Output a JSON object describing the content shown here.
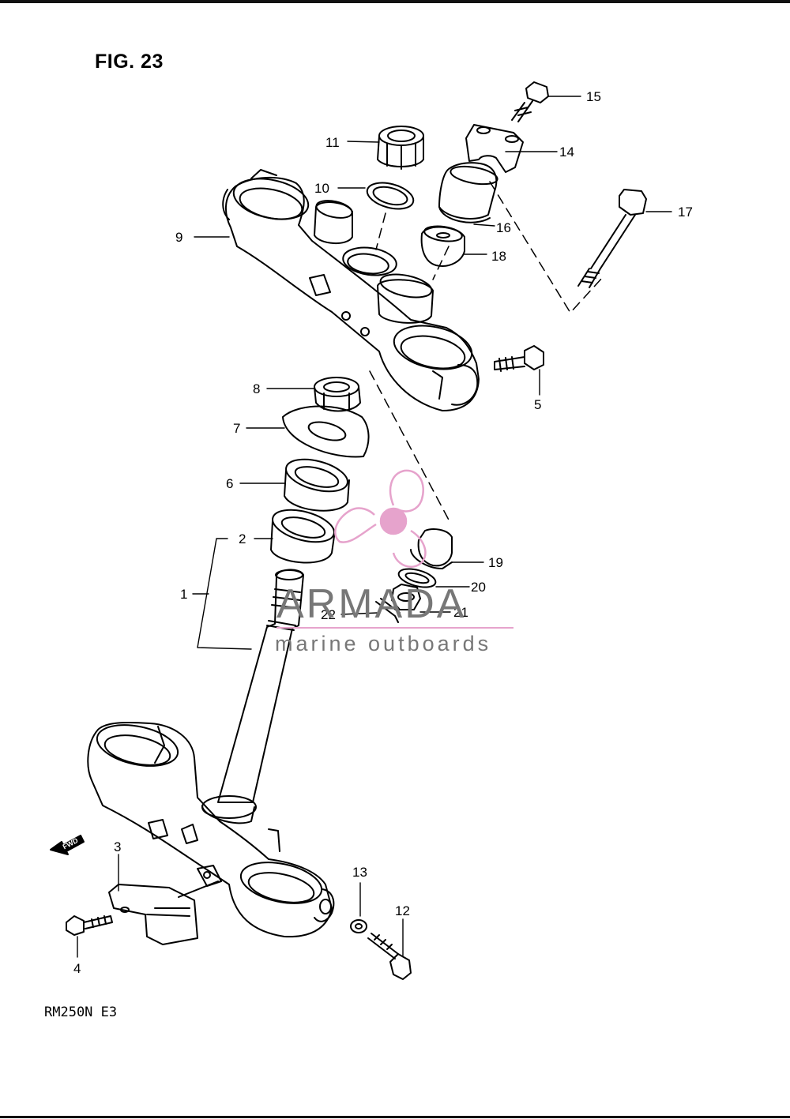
{
  "figure": {
    "title": "FIG. 23",
    "model_code": "RM250N  E3"
  },
  "callouts": [
    {
      "id": "1",
      "label": "1"
    },
    {
      "id": "2",
      "label": "2"
    },
    {
      "id": "3",
      "label": "3"
    },
    {
      "id": "4",
      "label": "4"
    },
    {
      "id": "5",
      "label": "5"
    },
    {
      "id": "6",
      "label": "6"
    },
    {
      "id": "7",
      "label": "7"
    },
    {
      "id": "8",
      "label": "8"
    },
    {
      "id": "9",
      "label": "9"
    },
    {
      "id": "10",
      "label": "10"
    },
    {
      "id": "11",
      "label": "11"
    },
    {
      "id": "12",
      "label": "12"
    },
    {
      "id": "13",
      "label": "13"
    },
    {
      "id": "14",
      "label": "14"
    },
    {
      "id": "15",
      "label": "15"
    },
    {
      "id": "16",
      "label": "16"
    },
    {
      "id": "17",
      "label": "17"
    },
    {
      "id": "18",
      "label": "18"
    },
    {
      "id": "19",
      "label": "19"
    },
    {
      "id": "20",
      "label": "20"
    },
    {
      "id": "21",
      "label": "21"
    },
    {
      "id": "22",
      "label": "22"
    }
  ],
  "direction_marker": {
    "label": "FWD",
    "icon": "arrow-left-icon"
  },
  "watermark": {
    "name": "ARMADA",
    "subtitle": "marine outboards",
    "logo_icon": "propeller-icon",
    "colors": {
      "logo": "#e6a3cc",
      "text": "#777777"
    }
  },
  "colors": {
    "line": "#000000",
    "background": "#ffffff"
  }
}
